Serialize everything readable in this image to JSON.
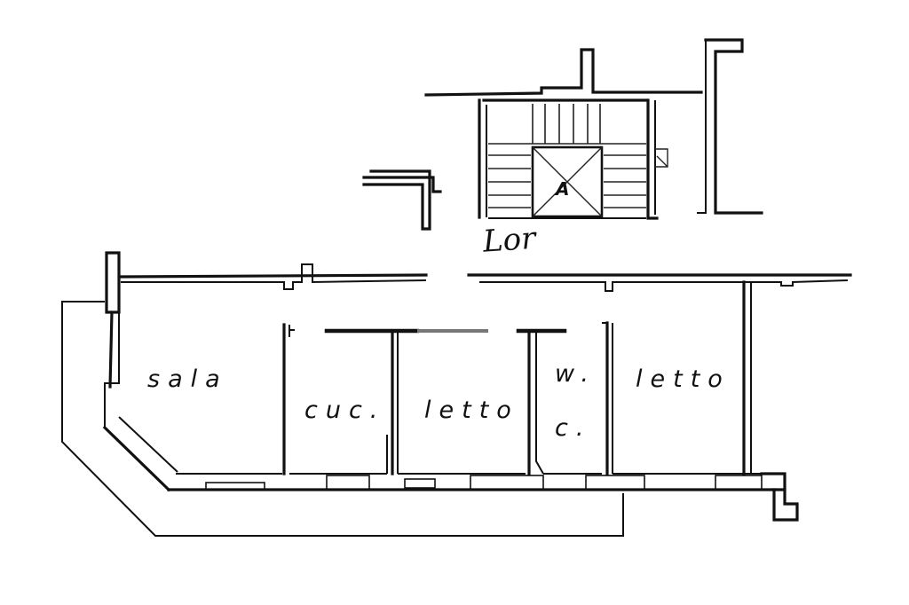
{
  "floorplan": {
    "rooms": {
      "sala": "sala",
      "cucina": "cuc.",
      "letto_1": "letto",
      "wc_top": "w.",
      "wc_bottom": "c.",
      "letto_2": "letto"
    },
    "stairwell": {
      "lift_label": "A",
      "handwritten_note": "Lor"
    }
  }
}
